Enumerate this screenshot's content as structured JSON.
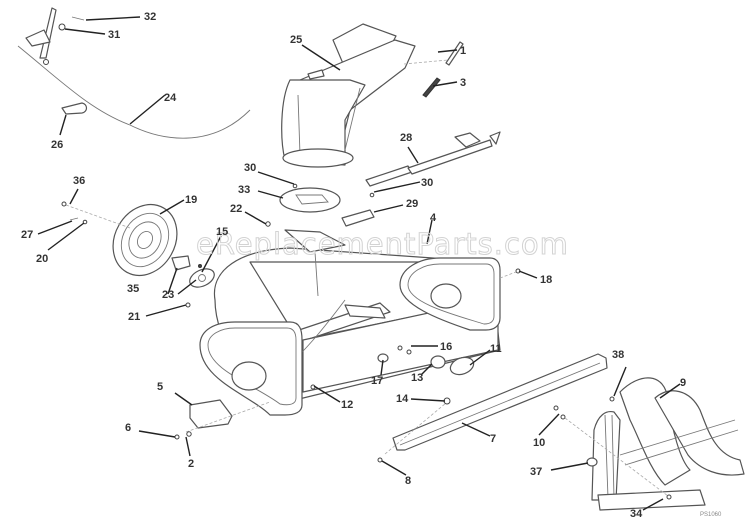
{
  "diagram": {
    "title": "Snow Thrower Auger Housing & Chute Exploded Parts Diagram",
    "watermark": "eReplacementParts.com",
    "figure_code": "PS1060",
    "callouts": [
      {
        "id": "c1",
        "label": "1",
        "part": "chute-pin"
      },
      {
        "id": "c2",
        "label": "2",
        "part": "skid-bolt-washer"
      },
      {
        "id": "c3",
        "label": "3",
        "part": "spring"
      },
      {
        "id": "c4",
        "label": "4",
        "part": "auger-housing"
      },
      {
        "id": "c5",
        "label": "5",
        "part": "skid-shoe"
      },
      {
        "id": "c6",
        "label": "6",
        "part": "skid-nut"
      },
      {
        "id": "c7",
        "label": "7",
        "part": "scraper-bar"
      },
      {
        "id": "c8",
        "label": "8",
        "part": "scraper-bolt"
      },
      {
        "id": "c9",
        "label": "9",
        "part": "auger-assembly"
      },
      {
        "id": "c10",
        "label": "10",
        "part": "auger-shear-bolt"
      },
      {
        "id": "c11",
        "label": "11",
        "part": "bearing-flange"
      },
      {
        "id": "c12",
        "label": "12",
        "part": "housing-screw"
      },
      {
        "id": "c13",
        "label": "13",
        "part": "bearing"
      },
      {
        "id": "c14",
        "label": "14",
        "part": "carriage-bolt"
      },
      {
        "id": "c15",
        "label": "15",
        "part": "screw"
      },
      {
        "id": "c16",
        "label": "16",
        "part": "nut-washer-set"
      },
      {
        "id": "c17",
        "label": "17",
        "part": "bushing"
      },
      {
        "id": "c18",
        "label": "18",
        "part": "side-screw"
      },
      {
        "id": "c19",
        "label": "19",
        "part": "chute-rotator-wheel"
      },
      {
        "id": "c20",
        "label": "20",
        "part": "washer"
      },
      {
        "id": "c21",
        "label": "21",
        "part": "nut"
      },
      {
        "id": "c22",
        "label": "22",
        "part": "hex-screw"
      },
      {
        "id": "c23",
        "label": "23",
        "part": "bracket-plate"
      },
      {
        "id": "c24",
        "label": "24",
        "part": "chute-cable"
      },
      {
        "id": "c25",
        "label": "25",
        "part": "discharge-chute"
      },
      {
        "id": "c26",
        "label": "26",
        "part": "cable-clip"
      },
      {
        "id": "c27",
        "label": "27",
        "part": "cotter-pin"
      },
      {
        "id": "c28",
        "label": "28",
        "part": "chute-crank"
      },
      {
        "id": "c29",
        "label": "29",
        "part": "chute-clamp"
      },
      {
        "id": "c30a",
        "label": "30",
        "part": "screw-upper"
      },
      {
        "id": "c30b",
        "label": "30",
        "part": "screw-lower"
      },
      {
        "id": "c31",
        "label": "31",
        "part": "cable-end"
      },
      {
        "id": "c32",
        "label": "32",
        "part": "cable-pin"
      },
      {
        "id": "c33",
        "label": "33",
        "part": "chute-ring"
      },
      {
        "id": "c34",
        "label": "34",
        "part": "auger-nut"
      },
      {
        "id": "c35",
        "label": "35",
        "part": "bushing-block"
      },
      {
        "id": "c36",
        "label": "36",
        "part": "rod"
      },
      {
        "id": "c37",
        "label": "37",
        "part": "auger-bearing"
      },
      {
        "id": "c38",
        "label": "38",
        "part": "auger-bolt"
      }
    ]
  }
}
